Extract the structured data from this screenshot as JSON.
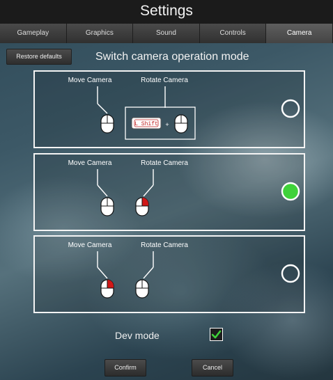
{
  "window": {
    "title": "Settings"
  },
  "tabs": [
    {
      "label": "Gameplay",
      "active": false
    },
    {
      "label": "Graphics",
      "active": false
    },
    {
      "label": "Sound",
      "active": false
    },
    {
      "label": "Controls",
      "active": false
    },
    {
      "label": "Camera",
      "active": true
    }
  ],
  "restore_label": "Restore defaults",
  "section_title": "Switch camera operation mode",
  "modes": [
    {
      "move_label": "Move Camera",
      "rotate_label": "Rotate Camera",
      "key_label": "L Shift",
      "plus": "+",
      "selected": false
    },
    {
      "move_label": "Move Camera",
      "rotate_label": "Rotate Camera",
      "selected": true
    },
    {
      "move_label": "Move Camera",
      "rotate_label": "Rotate Camera",
      "selected": false
    }
  ],
  "dev_mode": {
    "label": "Dev mode",
    "checked": true
  },
  "buttons": {
    "confirm": "Confirm",
    "cancel": "Cancel"
  },
  "colors": {
    "selected": "#3fd23a",
    "mouse_highlight": "#d01818",
    "key_text": "#c02020"
  },
  "icons": [
    "mouse-icon",
    "keyboard-key-icon",
    "radio-icon",
    "checkmark-icon"
  ]
}
